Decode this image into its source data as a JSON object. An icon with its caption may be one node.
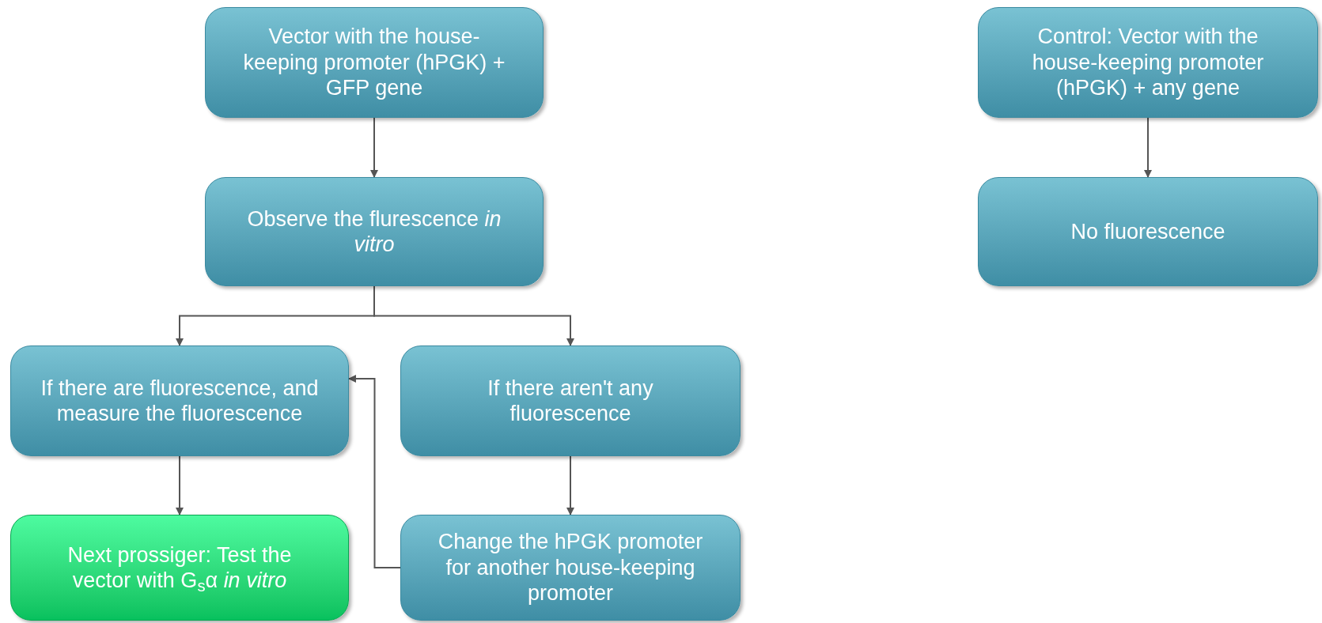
{
  "diagram": {
    "nodes": [
      {
        "text": [
          "Vector with the house-keeping promoter (hPGK) + GFP gene"
        ]
      },
      {
        "text": [
          "Observe the flurescence *in vitro*"
        ]
      },
      {
        "text": [
          "If there are fluorescence, and measure the fluorescence"
        ]
      },
      {
        "text": [
          "If there aren't any fluorescence"
        ]
      },
      {
        "text": [
          "Next prossiger: Test the vector with G$_{s}$α *in vitro*"
        ]
      },
      {
        "text": [
          "Change the hPGK promoter for another house-keeping promoter"
        ]
      },
      {
        "text": [
          "Control: Vector with the house-keeping promoter (hPGK) + any gene"
        ]
      },
      {
        "text": [
          "No fluorescence"
        ]
      }
    ],
    "edges": [
      {
        "from": 0,
        "to": 1,
        "arrow": "to"
      },
      {
        "from": 1,
        "to": 2,
        "arrow": "to"
      },
      {
        "from": 1,
        "to": 3,
        "arrow": "to"
      },
      {
        "from": 2,
        "to": 4,
        "arrow": "to"
      },
      {
        "from": 3,
        "to": 5,
        "arrow": "to"
      },
      {
        "from": 5,
        "to": 2,
        "arrow": "to"
      },
      {
        "from": 6,
        "to": 7,
        "arrow": "to"
      }
    ]
  }
}
